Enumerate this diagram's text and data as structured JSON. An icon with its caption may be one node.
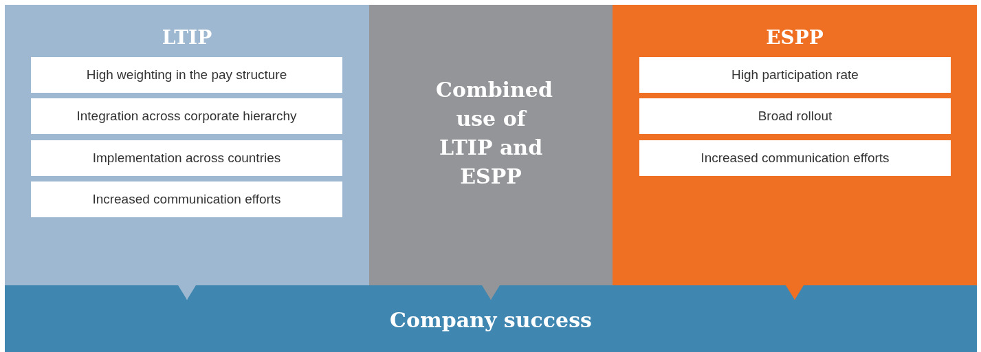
{
  "diagram": {
    "nodes": [
      {
        "text": [
          "LTIP"
        ]
      },
      {
        "text": [
          "High weighting in the pay structure"
        ],
        "in": 0
      },
      {
        "text": [
          "Integration across corporate hierarchy"
        ],
        "in": 0
      },
      {
        "text": [
          "Implementation across countries"
        ],
        "in": 0
      },
      {
        "text": [
          "Increased communication efforts"
        ],
        "in": 0
      },
      {
        "text": [
          "Combined use of LTIP and ESPP"
        ]
      },
      {
        "text": [
          "ESPP"
        ]
      },
      {
        "text": [
          "High participation rate"
        ],
        "in": 6
      },
      {
        "text": [
          "Broad rollout"
        ],
        "in": 6
      },
      {
        "text": [
          "Increased communication efforts"
        ],
        "in": 6
      },
      {
        "text": [
          "Company success"
        ]
      }
    ],
    "edges": [
      {
        "from": 0,
        "to": 10,
        "arrow": "to",
        "color": "#9db8d0"
      },
      {
        "from": 5,
        "to": 10,
        "arrow": "to",
        "color": "#939598"
      },
      {
        "from": 6,
        "to": 10,
        "arrow": "to",
        "color": "#f07023"
      }
    ]
  }
}
